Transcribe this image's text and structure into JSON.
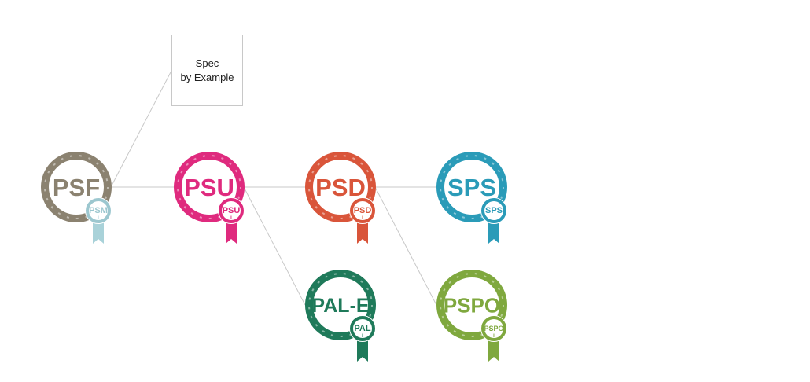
{
  "spec_box": {
    "line1": "Spec",
    "line2": "by Example"
  },
  "badges": [
    {
      "id": "psf",
      "label": "PSF",
      "seal": "PSM",
      "seal_sub": "I",
      "color": "#8b8270",
      "seal_color": "#9cc7cf",
      "ribbon_color": "#a9d2d9"
    },
    {
      "id": "psu",
      "label": "PSU",
      "seal": "PSU",
      "seal_sub": "I",
      "color": "#df2a7e",
      "seal_color": "#df2a7e",
      "ribbon_color": "#df2a7e"
    },
    {
      "id": "psd",
      "label": "PSD",
      "seal": "PSD",
      "seal_sub": "I",
      "color": "#d9553a",
      "seal_color": "#d9553a",
      "ribbon_color": "#d9553a"
    },
    {
      "id": "sps",
      "label": "SPS",
      "seal": "SPS",
      "seal_sub": "",
      "color": "#2a9bb8",
      "seal_color": "#2a9bb8",
      "ribbon_color": "#2a9bb8"
    },
    {
      "id": "pale",
      "label": "PAL-E",
      "seal": "PAL",
      "seal_sub": "I",
      "color": "#1f7a5a",
      "seal_color": "#1f7a5a",
      "ribbon_color": "#1f7a5a"
    },
    {
      "id": "pspo",
      "label": "PSPO",
      "seal": "PSPO",
      "seal_sub": "I",
      "color": "#7fa83e",
      "seal_color": "#7fa83e",
      "ribbon_color": "#7fa83e"
    }
  ],
  "connector_color": "#c8c8c8"
}
